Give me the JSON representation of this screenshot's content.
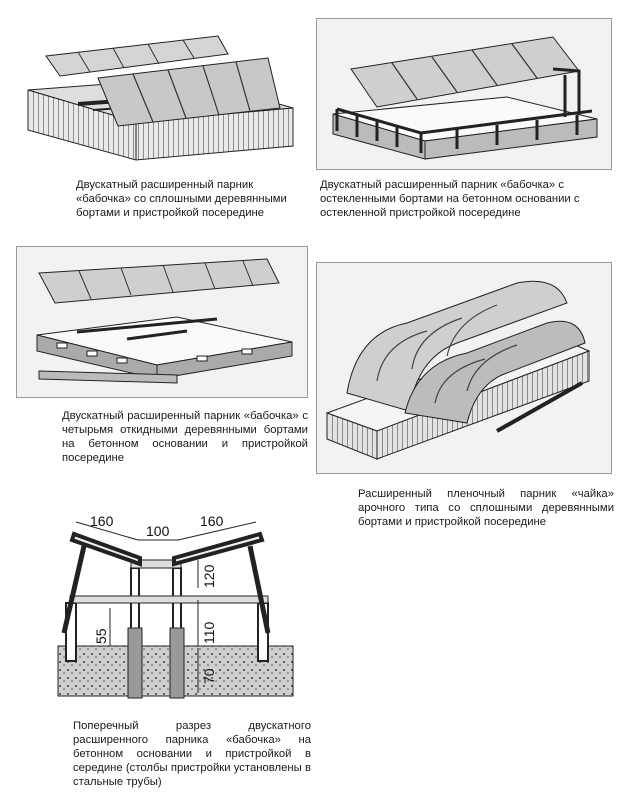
{
  "captions": {
    "fig1": "Двускатный расширенный парник «бабочка» со сплошными деревянными бортами и пристройкой посередине",
    "fig2": "Двускатный расширенный парник «бабочка» с остекленными бортами на бетонном основании с остекленной пристройкой посередине",
    "fig3": "Двускатный расширенный парник «бабочка» с четырьмя откидными деревянными бортами на бетонном основании и пристройкой посередине",
    "fig4": "Расширенный пленочный парник «чайка» арочного типа со сплошными деревянными бортами и пристройкой посередине",
    "fig5": "Поперечный разрез двускатного расширенного парника «бабочка» на бетонном основании и пристройкой в середине (столбы пристройки установлены в стальные трубы)"
  },
  "dimensions": {
    "left_slope": "160",
    "middle": "100",
    "right_slope": "160",
    "post_height": "120",
    "side_height": "110",
    "low_height": "55",
    "foundation": "70"
  },
  "colors": {
    "ink": "#1a1a1a",
    "frame_bg": "#f2f2f2",
    "soil": "#cfcfcf"
  }
}
